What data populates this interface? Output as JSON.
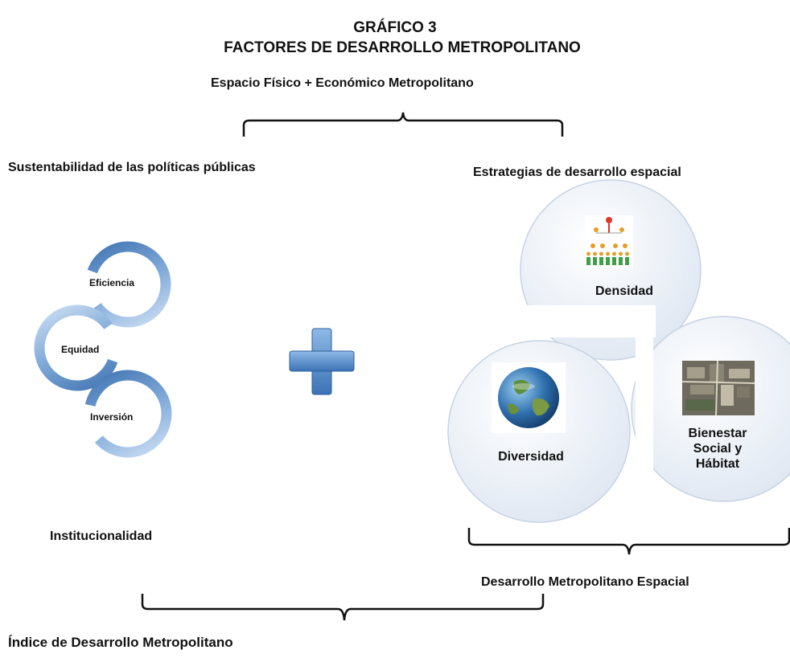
{
  "title": {
    "line1": "GRÁFICO 3",
    "line2": "FACTORES DE DESARROLLO METROPOLITANO"
  },
  "subtitle": "Espacio Físico + Económico Metropolitano",
  "left": {
    "heading": "Sustentabilidad de las políticas públicas",
    "rings": [
      "Eficiencia",
      "Equidad",
      "Inversión"
    ],
    "footer": "Institucionalidad"
  },
  "right": {
    "heading": "Estrategias de desarrollo espacial",
    "circles": {
      "top": "Densidad",
      "left": "Diversidad",
      "right_lines": [
        "Bienestar",
        "Social y",
        "Hábitat"
      ]
    },
    "footer": "Desarrollo Metropolitano Espacial"
  },
  "bottom": "Índice de Desarrollo Metropolitano",
  "colors": {
    "ring": "#6a9bd0",
    "plus": "#4a86c6",
    "circle_fill": "#eef2f8"
  }
}
